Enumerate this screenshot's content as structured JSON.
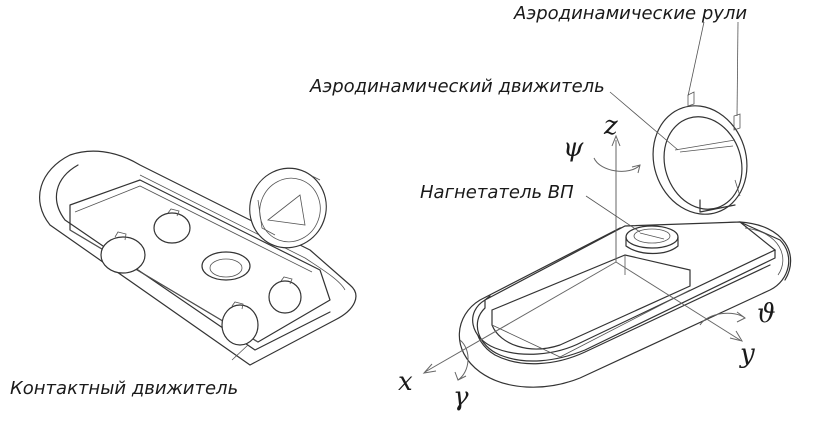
{
  "labels": {
    "aero_rudders": "Аэродинамические рули",
    "aero_propulsor": "Аэродинамический движитель",
    "cushion_blower": "Нагнетатель ВП",
    "contact_propulsor": "Контактный движитель"
  },
  "axes": {
    "z": "z",
    "x": "x",
    "y": "y",
    "psi": "ψ",
    "gamma": "γ",
    "theta": "ϑ"
  }
}
